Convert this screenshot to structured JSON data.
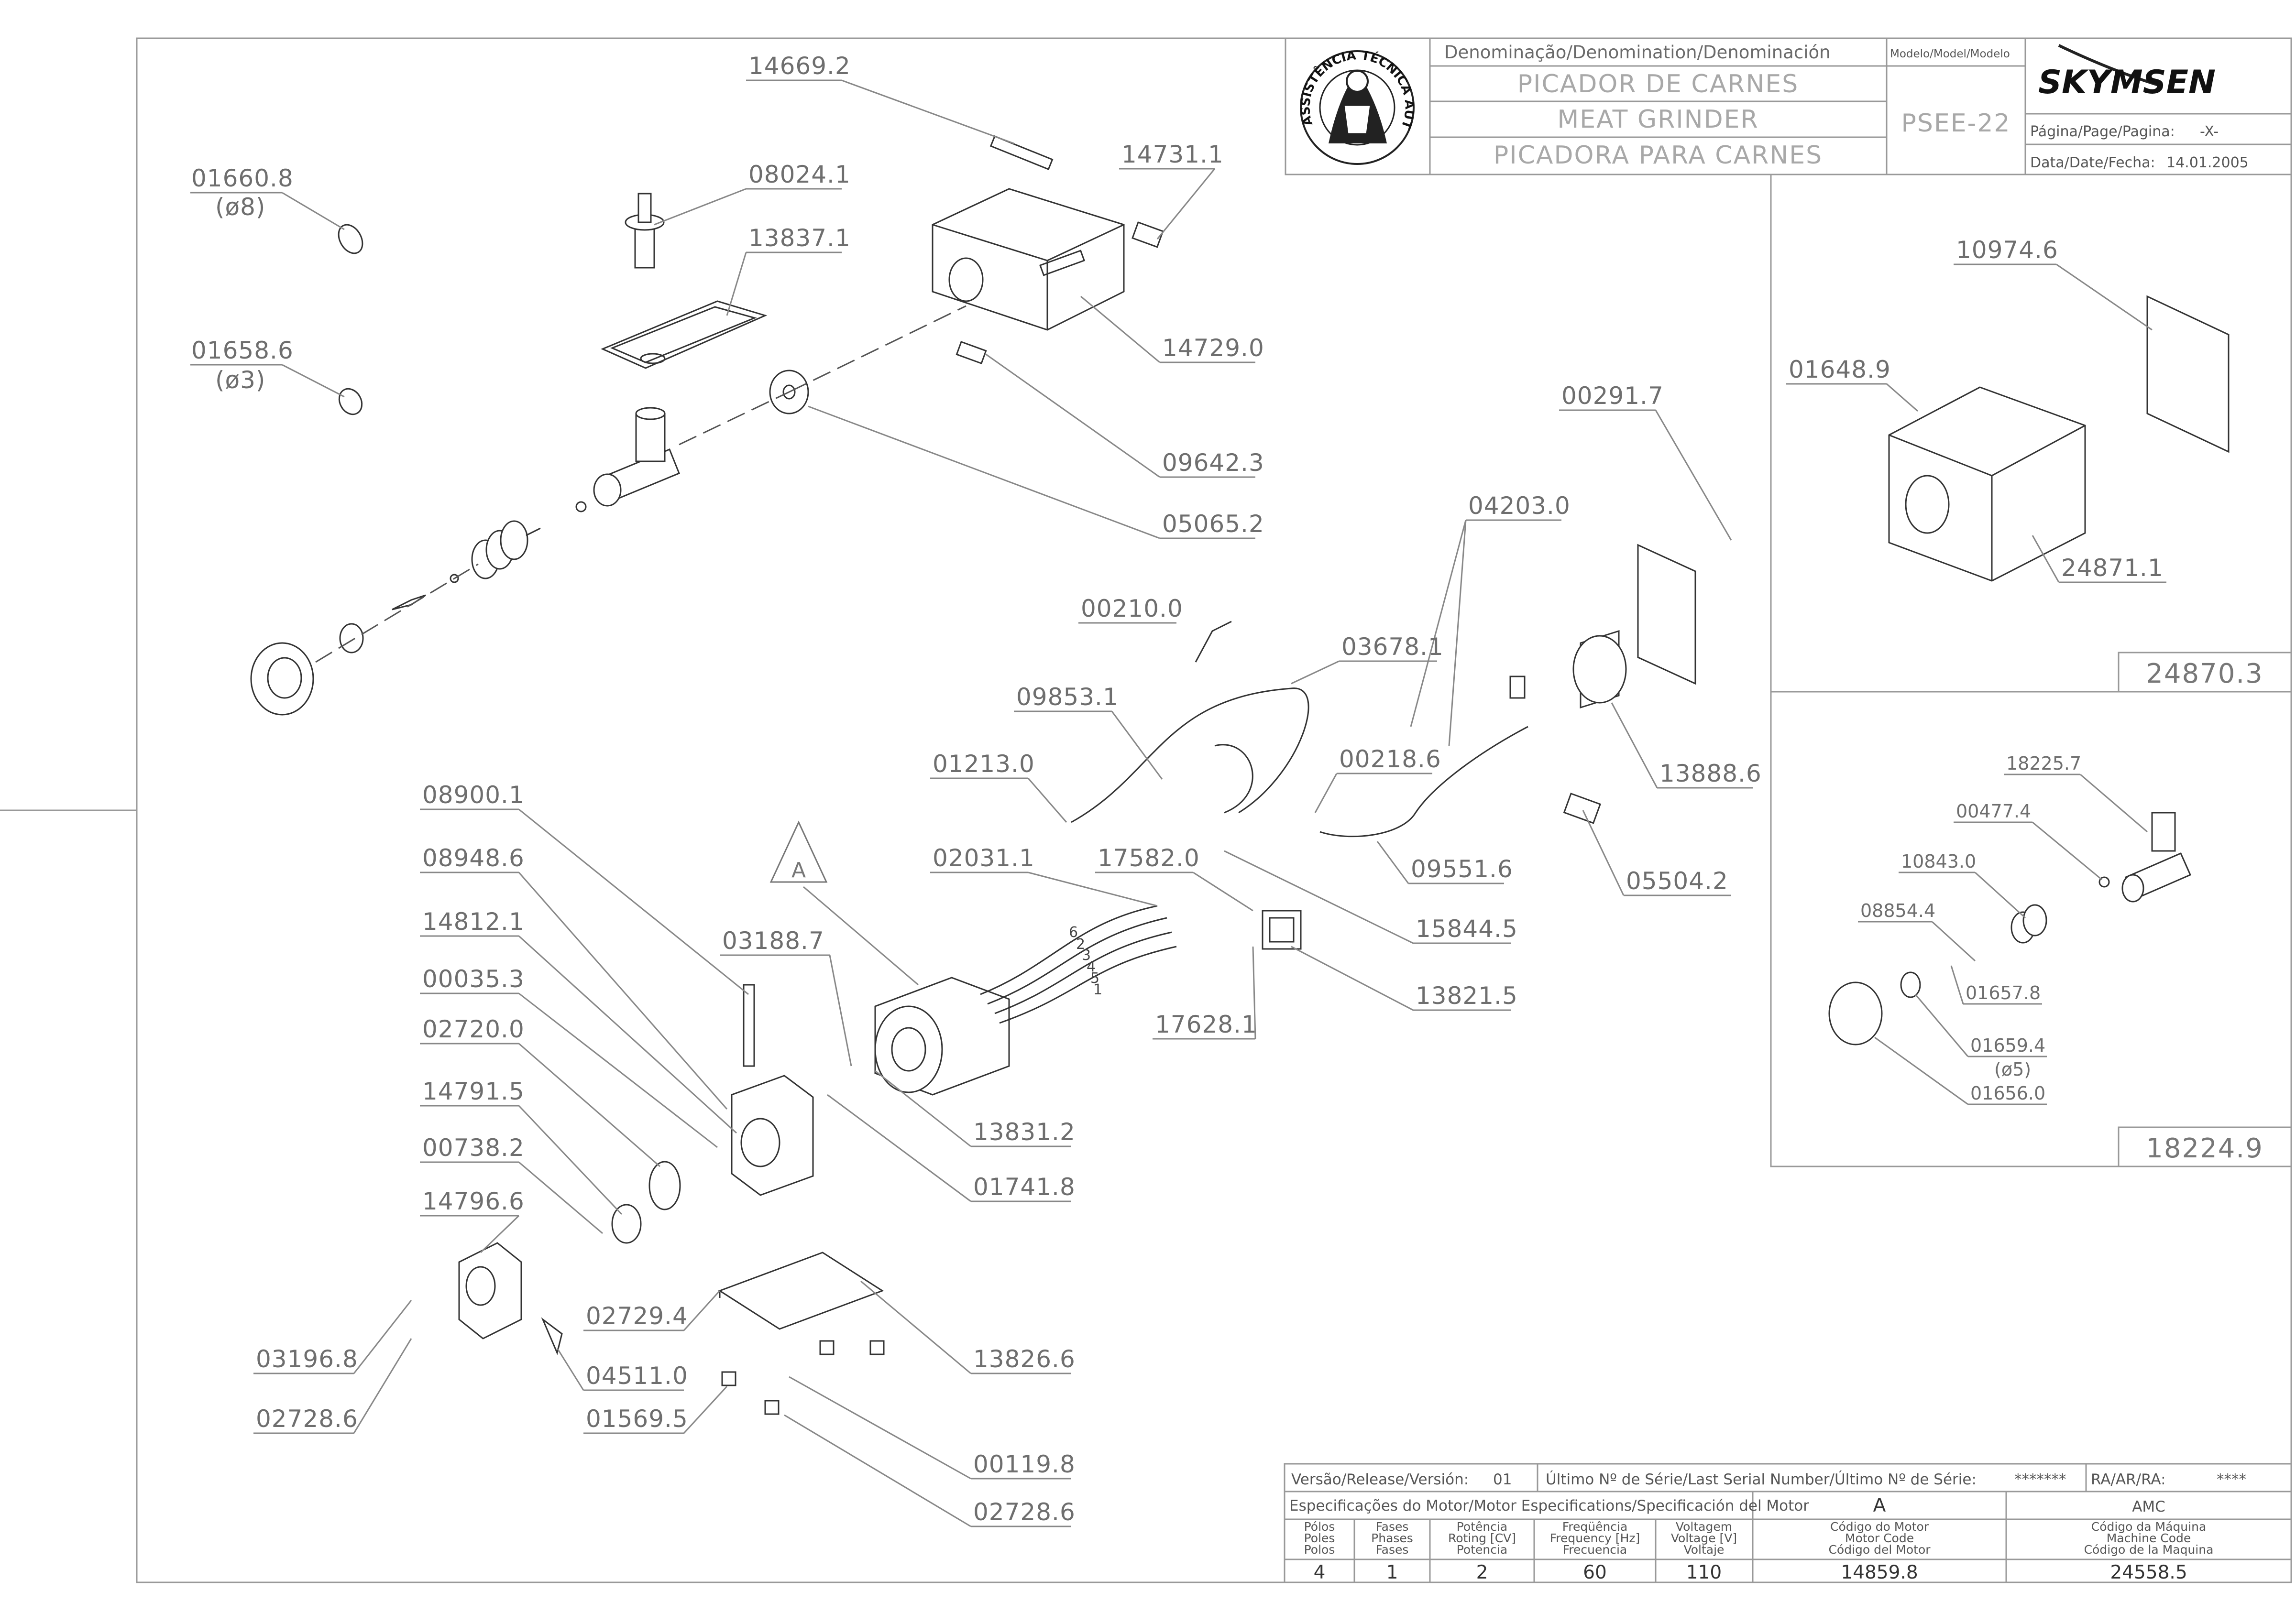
{
  "title_block": {
    "denomination_header": "Denominação/Denomination/Denominación",
    "name_pt": "PICADOR DE CARNES",
    "name_en": "MEAT GRINDER",
    "name_es": "PICADORA PARA CARNES",
    "model_header": "Modelo/Model/Modelo",
    "model_value": "PSEE-22",
    "brand": "SKYMSEN",
    "page_label": "Página/Page/Pagina:",
    "page_value": "-X-",
    "date_label": "Data/Date/Fecha:",
    "date_value": "14.01.2005",
    "seal_text": "ASSISTÊNCIA TÉCNICA AUTORIZADA"
  },
  "bottom_block": {
    "version_label": "Versão/Release/Versión:",
    "version_value": "01",
    "serial_label": "Último Nº de Série/Last Serial Number/Último Nº de Série:",
    "serial_value": "*******",
    "ra_label": "RA/AR/RA:",
    "ra_value": "****",
    "motor_spec_label": "Especificações do Motor/Motor Especifications/Specificación del Motor",
    "col_a": "A",
    "col_amc": "AMC",
    "headers": [
      [
        "Pólos",
        "Poles",
        "Polos"
      ],
      [
        "Fases",
        "Phases",
        "Fases"
      ],
      [
        "Potência",
        "Roting [CV]",
        "Potencia"
      ],
      [
        "Freqüência",
        "Frequency [Hz]",
        "Frecuencia"
      ],
      [
        "Voltagem",
        "Voltage [V]",
        "Voltaje"
      ],
      [
        "Código do Motor",
        "Motor Code",
        "Código del Motor"
      ],
      [
        "Código da Máquina",
        "Machine Code",
        "Código de la Maquina"
      ]
    ],
    "values": [
      "4",
      "1",
      "2",
      "60",
      "110",
      "14859.8",
      "24558.5"
    ]
  },
  "inset_labels": {
    "top_box_ref": "24870.3",
    "bottom_box_ref": "18224.9"
  },
  "callout_A": "A",
  "wire_numbers": [
    "6",
    "2",
    "3",
    "4",
    "5",
    "1"
  ],
  "part_labels": [
    "14669.2",
    "01660.8",
    "(ø8)",
    "08024.1",
    "13837.1",
    "14731.1",
    "01658.6",
    "(ø3)",
    "14729.0",
    "09642.3",
    "05065.2",
    "00291.7",
    "04203.0",
    "00210.0",
    "03678.1",
    "09853.1",
    "01213.0",
    "00218.6",
    "13888.6",
    "09551.6",
    "05504.2",
    "08900.1",
    "08948.6",
    "02031.1",
    "17582.0",
    "15844.5",
    "14812.1",
    "03188.7",
    "00035.3",
    "13821.5",
    "17628.1",
    "02720.0",
    "13831.2",
    "14791.5",
    "01741.8",
    "00738.2",
    "14796.6",
    "02729.4",
    "13826.6",
    "03196.8",
    "04511.0",
    "02728.6",
    "01569.5",
    "00119.8",
    "02728.6",
    "10974.6",
    "01648.9",
    "24871.1",
    "18225.7",
    "00477.4",
    "10843.0",
    "08854.4",
    "01657.8",
    "01659.4",
    "(ø5)",
    "01656.0"
  ]
}
